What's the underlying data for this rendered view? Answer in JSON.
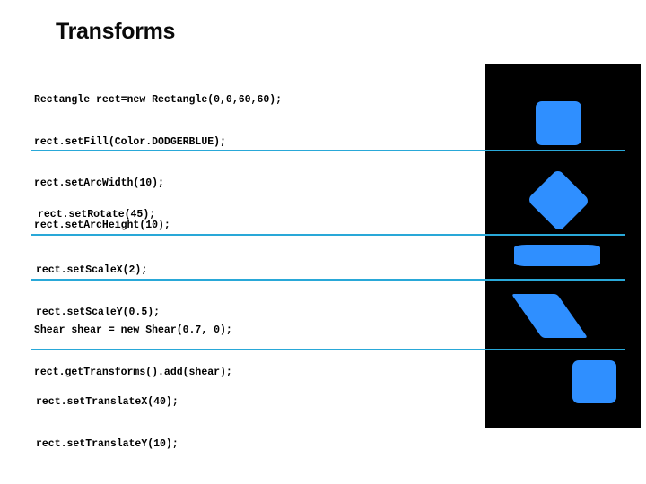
{
  "slide": {
    "title": "Transforms",
    "background_color": "#ffffff",
    "title_color": "#0a0a0a",
    "divider_color": "#29a8d8",
    "panel_color": "#000000",
    "shape_color": "#2f8fff"
  },
  "sections": [
    {
      "name": "base-rectangle",
      "code_lines": [
        "Rectangle rect=new Rectangle(0,0,60,60);",
        "rect.setFill(Color.DODGERBLUE);",
        "rect.setArcWidth(10);",
        "rect.setArcHeight(10);"
      ],
      "shape": "rounded-rect"
    },
    {
      "name": "rotate",
      "code_lines": [
        "rect.setRotate(45);"
      ],
      "shape": "rotated-rect"
    },
    {
      "name": "scale",
      "code_lines": [
        "rect.setScaleX(2);",
        "rect.setScaleY(0.5);"
      ],
      "shape": "scaled-rect"
    },
    {
      "name": "shear",
      "code_lines": [
        "Shear shear = new Shear(0.7, 0);",
        "rect.getTransforms().add(shear);"
      ],
      "shape": "sheared-rect"
    },
    {
      "name": "translate",
      "code_lines": [
        "rect.setTranslateX(40);",
        "rect.setTranslateY(10);"
      ],
      "shape": "translated-rect"
    }
  ]
}
